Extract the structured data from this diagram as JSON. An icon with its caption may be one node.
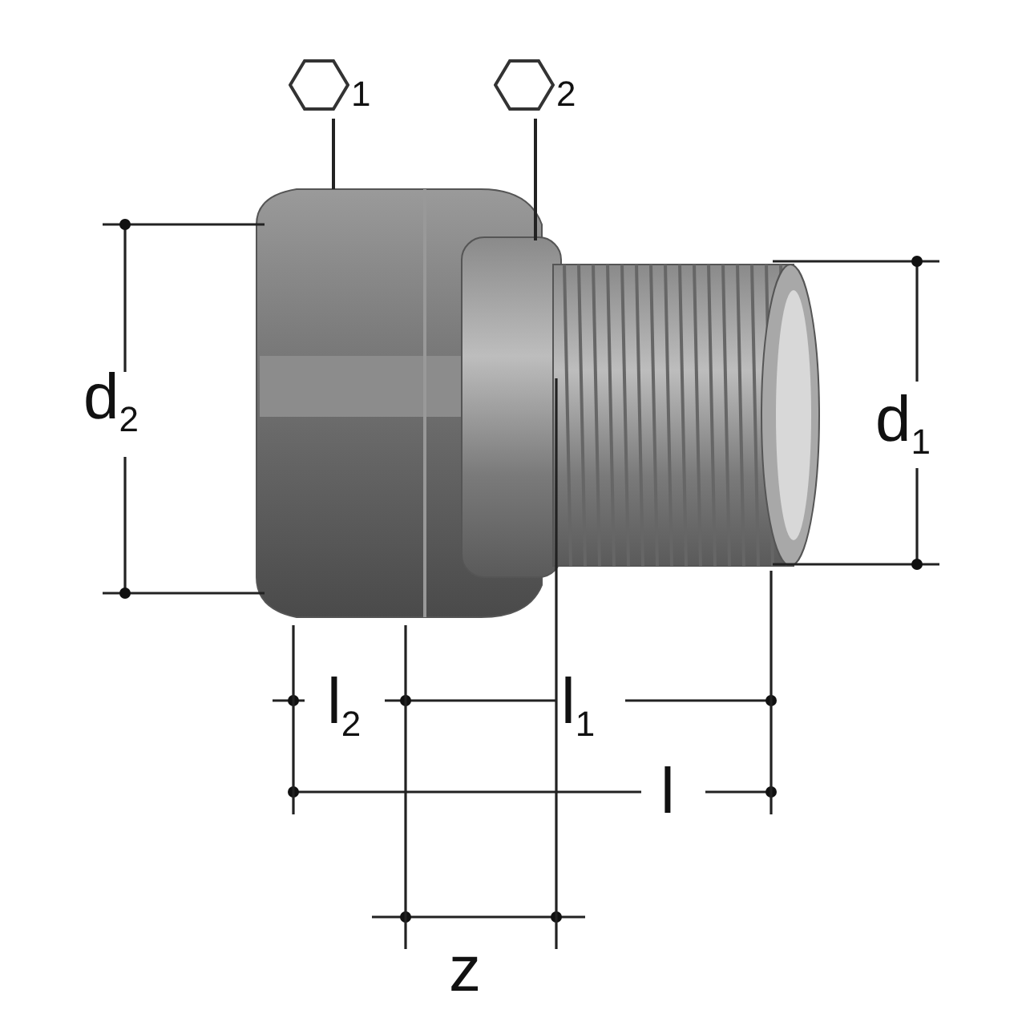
{
  "diagram": {
    "nodes": [
      {
        "text": [
          "1"
        ]
      },
      {
        "text": [
          "2"
        ]
      },
      {
        "text": [],
        "shape": "picture"
      },
      {
        "text": [],
        "shape": "picture"
      }
    ],
    "edges": [
      {
        "from": 0,
        "to": 2,
        "arrow": "none"
      },
      {
        "from": 1,
        "to": 3,
        "arrow": "none"
      }
    ],
    "labels": [
      "d$_{2}$",
      "d$_{1}$",
      "l$_{2}$",
      "l$_{1}$",
      "l",
      "z"
    ]
  }
}
